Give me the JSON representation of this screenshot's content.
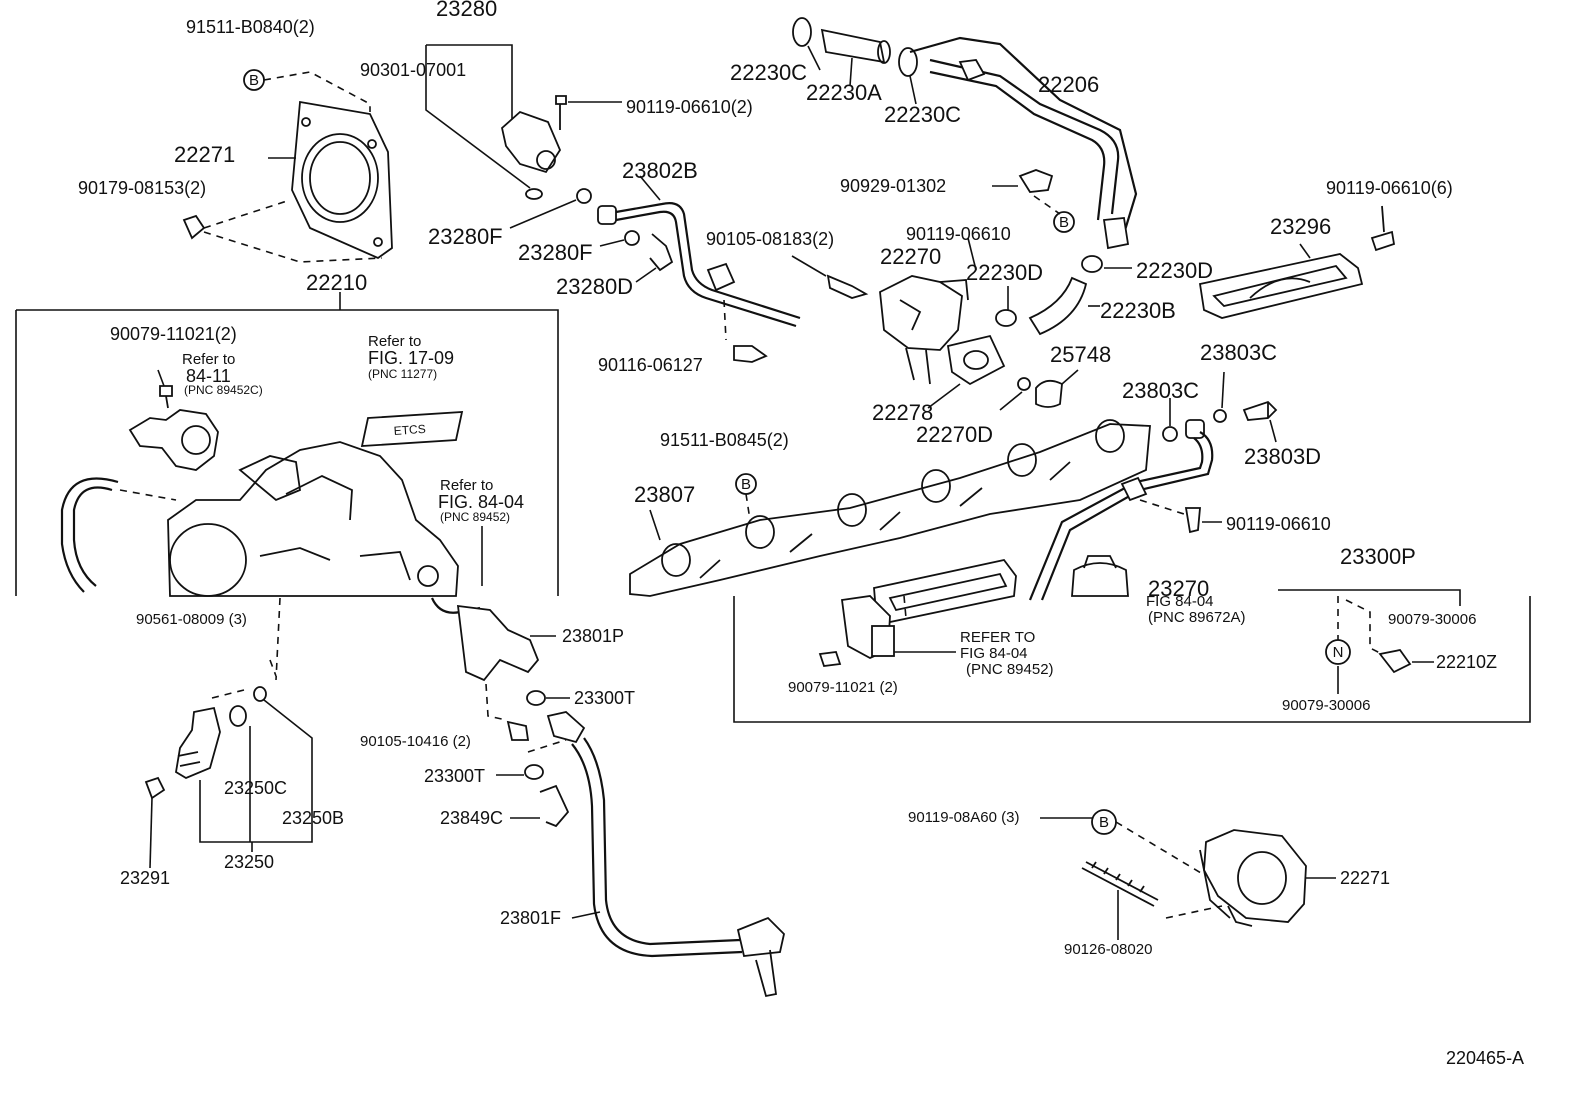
{
  "labels": {
    "l1": "91511-B0840(2)",
    "l2": "23280",
    "l3": "90301-07001",
    "l4": "90119-06610(2)",
    "l5": "22271",
    "l6": "90179-08153(2)",
    "l7": "23802B",
    "l8": "23280F",
    "l9": "23280F",
    "l10": "23280D",
    "l11": "22210",
    "l12": "22230C",
    "l13": "22230A",
    "l14": "22230C",
    "l15": "22206",
    "l16": "90929-01302",
    "l17": "90119-06610(6)",
    "l18": "90119-06610",
    "l19": "90105-08183(2)",
    "l20": "22270",
    "l21": "23296",
    "l22": "22230D",
    "l23": "22230D",
    "l24": "22230B",
    "l25": "90079-11021(2)",
    "l26": "Refer to",
    "l27": "84-11",
    "l28": "(PNC 89452C)",
    "l29": "Refer to",
    "l30": "FIG. 17-09",
    "l31": "(PNC 11277)",
    "l32": "90116-06127",
    "l33": "25748",
    "l34": "23803C",
    "l35": "23803C",
    "l36": "22278",
    "l37": "22270D",
    "l38": "23803D",
    "l39": "91511-B0845(2)",
    "l40": "Refer to",
    "l41": "FIG. 84-04",
    "l42": "(PNC 89452)",
    "l43": "23807",
    "l44": "90119-06610",
    "l45": "23300P",
    "l46": "23270",
    "l47": "FIG 84-04",
    "l48": "(PNC 89672A)",
    "l49": "90079-30006",
    "l50": "90561-08009 (3)",
    "l51": "REFER TO",
    "l52": "FIG 84-04",
    "l53": "(PNC 89452)",
    "l54": "23801P",
    "l55": "22210Z",
    "l56": "90079-11021 (2)",
    "l57": "23300T",
    "l58": "90079-30006",
    "l59": "90105-10416 (2)",
    "l60": "23300T",
    "l61": "23250C",
    "l62": "23250B",
    "l63": "23849C",
    "l64": "90119-08A60 (3)",
    "l65": "23250",
    "l66": "23291",
    "l67": "22271",
    "l68": "23801F",
    "l69": "90126-08020",
    "figure_id": "220465-A"
  },
  "markers": {
    "b": "B",
    "n": "N"
  },
  "colors": {
    "ink": "#111111",
    "background": "#ffffff"
  }
}
